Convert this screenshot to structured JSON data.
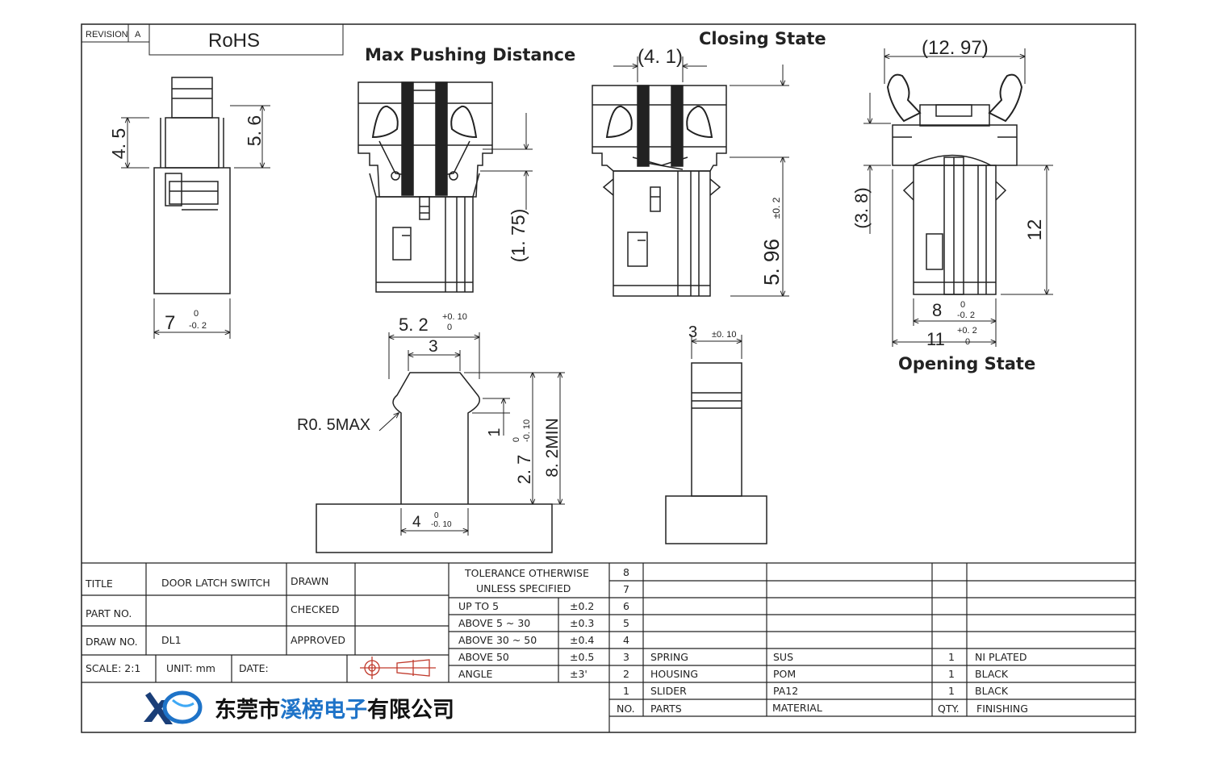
{
  "revision": {
    "label": "REVISION",
    "value": "A",
    "note": "RoHS"
  },
  "views": {
    "max_pushing": {
      "heading": "Max Pushing Distance",
      "dim": "(1. 75)"
    },
    "closing": {
      "heading": "Closing State",
      "dim_top": "(4. 1)",
      "dim_height": "5. 96",
      "dim_tol": "±0. 2"
    },
    "opening": {
      "heading": "Opening State",
      "dim_width": "(12. 97)",
      "dim_left": "(3. 8)",
      "dim_height": "12",
      "dim_w1": "8",
      "dim_w1_tol_top": "0",
      "dim_w1_tol_bot": "-0. 2",
      "dim_w2": "11",
      "dim_w2_tol_top": "+0. 2",
      "dim_w2_tol_bot": "0"
    },
    "side": {
      "dim_a": "4. 5",
      "dim_b": "5. 6",
      "dim_w": "7",
      "dim_w_tol_top": "0",
      "dim_w_tol_bot": "-0. 2"
    },
    "slider_front": {
      "dim_top": "5. 2",
      "dim_top_tol_top": "+0. 10",
      "dim_top_tol_bot": "0",
      "dim_inner": "3",
      "radius": "R0. 5MAX",
      "dim_step": "1",
      "dim_27": "2. 7",
      "dim_27_tol_top": "0",
      "dim_27_tol_bot": "-0. 10",
      "dim_82": "8. 2MIN",
      "dim_base": "4",
      "dim_base_tol_top": "0",
      "dim_base_tol_bot": "-0. 10"
    },
    "slider_side": {
      "dim": "3",
      "tol": "±0. 10"
    }
  },
  "title_block": {
    "title_label": "TITLE",
    "title_value": "DOOR LATCH SWITCH",
    "part_label": "PART NO.",
    "part_value": "",
    "draw_label": "DRAW NO.",
    "draw_value": "DL1",
    "scale": "SCALE: 2:1",
    "unit": "UNIT: mm",
    "date": "DATE:",
    "drawn": "DRAWN",
    "checked": "CHECKED",
    "approved": "APPROVED",
    "company": "东莞市溪榜电子有限公司",
    "company_parts": [
      "东莞市",
      "溪榜电子",
      "有限公司"
    ],
    "brand_color": "#1e73c8"
  },
  "tolerance": {
    "header1": "TOLERANCE OTHERWISE",
    "header2": "UNLESS SPECIFIED",
    "rows": [
      {
        "range": "UP TO 5",
        "tol": "±0.2"
      },
      {
        "range": "ABOVE 5 ~ 30",
        "tol": "±0.3"
      },
      {
        "range": "ABOVE 30 ~ 50",
        "tol": "±0.4"
      },
      {
        "range": "ABOVE 50",
        "tol": "±0.5"
      },
      {
        "range": "ANGLE",
        "tol": "±3'"
      }
    ]
  },
  "bom": {
    "headers": {
      "no": "NO.",
      "parts": "PARTS",
      "material": "MATERIAL",
      "qty": "QTY.",
      "finishing": "FINISHING"
    },
    "rows": [
      {
        "no": "8",
        "parts": "",
        "material": "",
        "qty": "",
        "finishing": ""
      },
      {
        "no": "7",
        "parts": "",
        "material": "",
        "qty": "",
        "finishing": ""
      },
      {
        "no": "6",
        "parts": "",
        "material": "",
        "qty": "",
        "finishing": ""
      },
      {
        "no": "5",
        "parts": "",
        "material": "",
        "qty": "",
        "finishing": ""
      },
      {
        "no": "4",
        "parts": "",
        "material": "",
        "qty": "",
        "finishing": ""
      },
      {
        "no": "3",
        "parts": "SPRING",
        "material": "SUS",
        "qty": "1",
        "finishing": "NI PLATED"
      },
      {
        "no": "2",
        "parts": "HOUSING",
        "material": "POM",
        "qty": "1",
        "finishing": "BLACK"
      },
      {
        "no": "1",
        "parts": "SLIDER",
        "material": "PA12",
        "qty": "1",
        "finishing": "BLACK"
      }
    ]
  }
}
